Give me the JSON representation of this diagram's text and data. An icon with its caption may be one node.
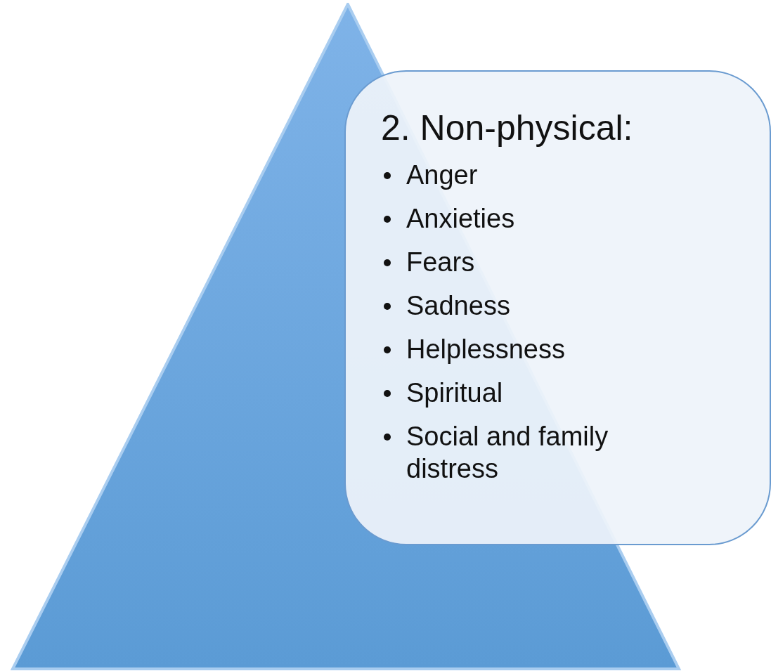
{
  "diagram": {
    "nodes": [
      {
        "text": [],
        "shape": "triangle"
      },
      {
        "text": [
          "2. Non-physical:",
          "Anger",
          "Anxieties",
          "Fears",
          "Sadness",
          "Helplessness",
          "Spiritual",
          "Social and family distress"
        ]
      }
    ]
  }
}
